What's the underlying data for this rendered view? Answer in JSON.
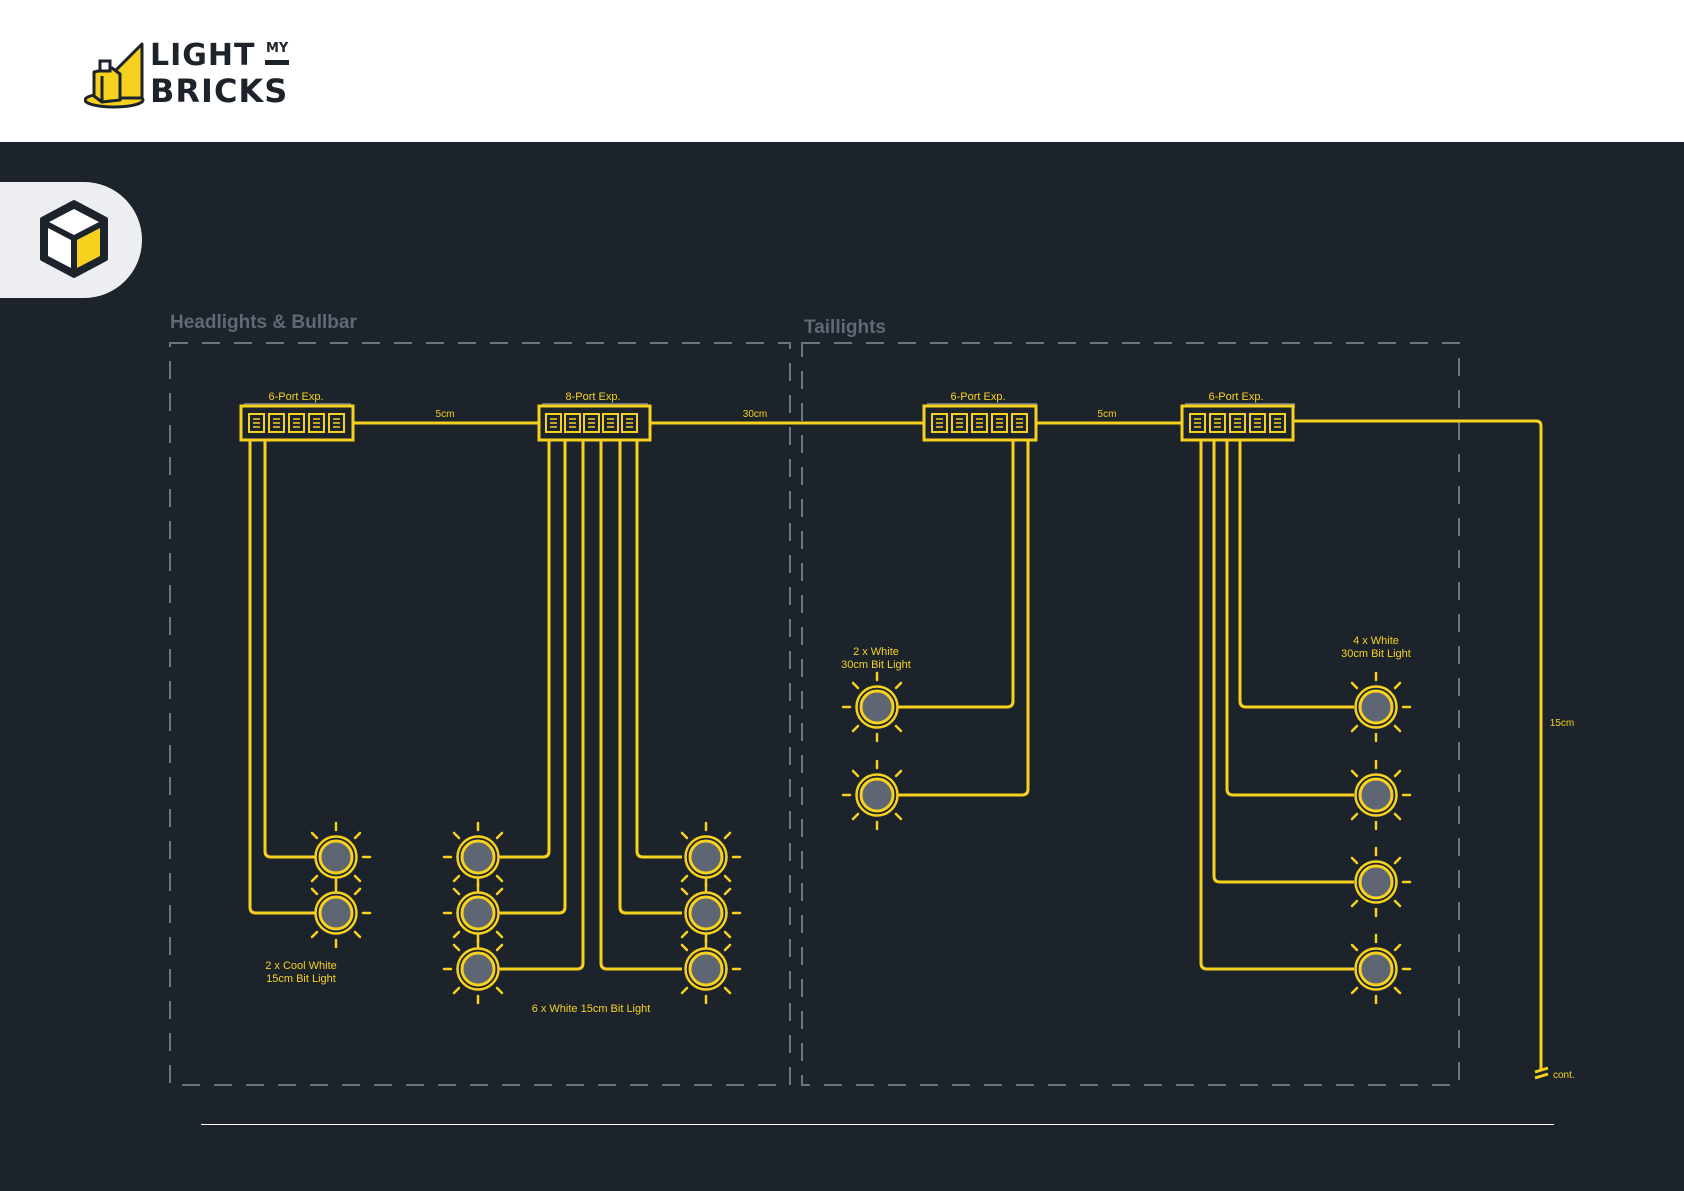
{
  "brand": {
    "line1": "LIGHT",
    "my": "MY",
    "line2": "BRICKS",
    "color": "#f6d21f"
  },
  "tab_icon": "cube-icon",
  "colors": {
    "background": "#1d232b",
    "wire": "#f6d21f",
    "section_label": "#5f6a76",
    "dashed_border": "#6b7480",
    "light_fill": "#5d6672"
  },
  "sections": [
    {
      "title": "Headlights & Bullbar"
    },
    {
      "title": "Taillights"
    }
  ],
  "expanders": [
    {
      "label": "6-Port Exp."
    },
    {
      "label": "8-Port Exp."
    },
    {
      "label": "6-Port Exp."
    },
    {
      "label": "6-Port Exp."
    }
  ],
  "cables": [
    {
      "label": "5cm"
    },
    {
      "label": "30cm"
    },
    {
      "label": "5cm"
    },
    {
      "label": "15cm"
    }
  ],
  "continuation": "cont.",
  "light_groups": [
    {
      "line1": "2 x Cool White",
      "line2": "15cm Bit Light"
    },
    {
      "line1": "6 x White 15cm Bit Light"
    },
    {
      "line1": "2 x White",
      "line2": "30cm Bit Light"
    },
    {
      "line1": "4 x White",
      "line2": "30cm Bit Light"
    }
  ]
}
